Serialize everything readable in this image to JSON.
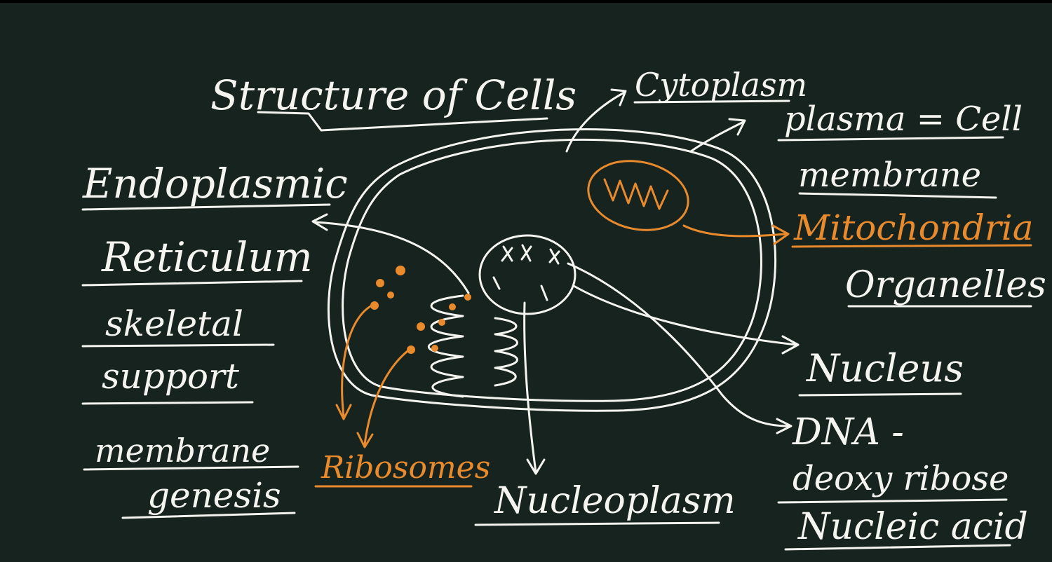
{
  "colors": {
    "board": "#16231E",
    "chalk_white": "#F4F4F0",
    "chalk_orange": "#E98A2C"
  },
  "labels": {
    "title": "Structure of Cells",
    "cytoplasm": "Cytoplasm",
    "plasma_line1": "plasma = Cell",
    "plasma_line2": "membrane",
    "mitochondria": "Mitochondria",
    "organelles": "Organelles",
    "nucleus": "Nucleus",
    "dna_line1": "DNA -",
    "dna_line2": "deoxy ribose",
    "dna_line3": "Nucleic acid",
    "er_line1": "Endoplasmic",
    "er_line2": "Reticulum",
    "er_fn1_line1": "skeletal",
    "er_fn1_line2": "support",
    "er_fn2_line1": "membrane",
    "er_fn2_line2": "genesis",
    "ribosomes": "Ribosomes",
    "nucleoplasm": "Nucleoplasm"
  }
}
